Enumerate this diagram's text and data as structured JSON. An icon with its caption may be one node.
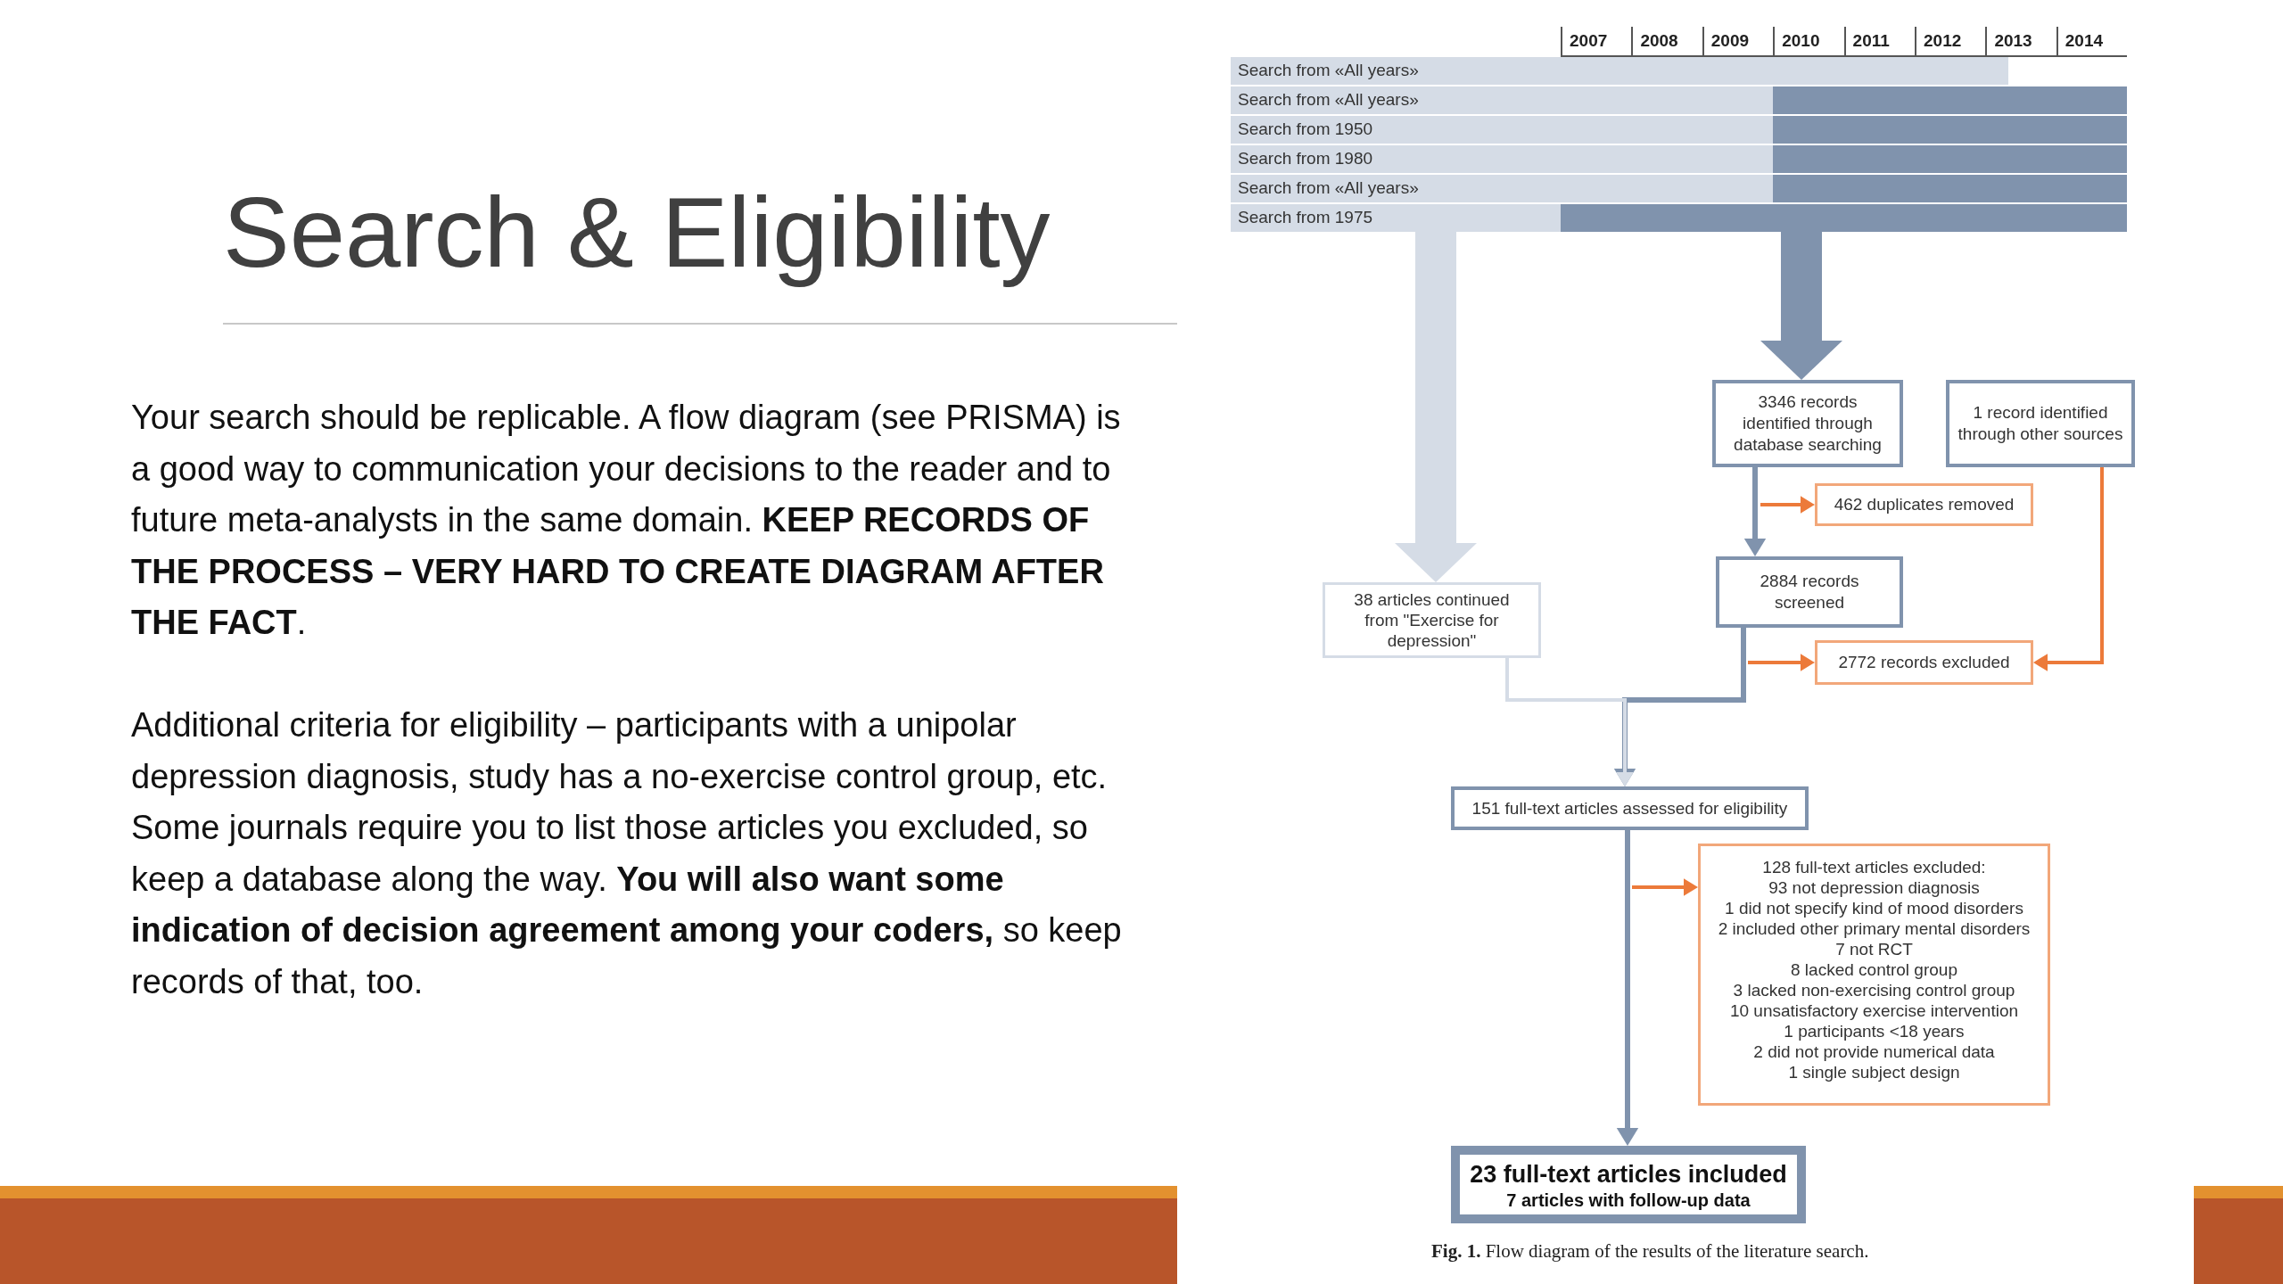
{
  "diagram": {
    "title": "Search & Eligibility",
    "caption": "**Fig. 1.** Flow diagram of the results of the literature search.",
    "nodes": [
      {
        "text": [
          "Search from «All years»"
        ]
      },
      {
        "text": [
          "Search from «All years»"
        ]
      },
      {
        "text": [
          "Search from 1950"
        ]
      },
      {
        "text": [
          "Search from 1980"
        ]
      },
      {
        "text": [
          "Search from «All years»"
        ]
      },
      {
        "text": [
          "Search from 1975"
        ]
      },
      {
        "text": [
          "3346 records identified through database searching"
        ]
      },
      {
        "text": [
          "1 record identified through other sources"
        ]
      },
      {
        "text": [
          "462 duplicates removed"
        ]
      },
      {
        "text": [
          "2884 records screened"
        ]
      },
      {
        "text": [
          "38 articles continued from \"Exercise for depression\""
        ]
      },
      {
        "text": [
          "2772 records excluded"
        ]
      },
      {
        "text": [
          "151 full-text articles assessed for eligibility"
        ]
      },
      {
        "text": [
          "128 full-text articles excluded:",
          "93 not depression diagnosis",
          "1 did not specify kind of mood disorders",
          "2 included other primary mental disorders",
          "7 not RCT",
          "8 lacked control group",
          "3 lacked non-exercising control group",
          "10 unsatisfactory exercise intervention",
          "1 participants <18 years",
          "2 did not provide numerical data",
          "1 single subject design"
        ]
      },
      {
        "text": [
          "23 full-text articles included",
          "7 articles with follow-up data"
        ]
      }
    ],
    "edges": [
      {
        "from": 5,
        "to": 10,
        "arrow": "to",
        "style": "thick",
        "color": "#d5dce6"
      },
      {
        "from": 5,
        "to": 6,
        "arrow": "to",
        "style": "thick"
      },
      {
        "from": 6,
        "to": 9,
        "arrow": "to"
      },
      {
        "from": null,
        "to": 8,
        "arrow": "to",
        "color": "#ec7a3a"
      },
      {
        "from": null,
        "to": 11,
        "arrow": "to",
        "color": "#ec7a3a"
      },
      {
        "from": 7,
        "to": 11,
        "arrow": "to",
        "color": "#ec7a3a"
      },
      {
        "from": 9,
        "to": 12,
        "arrow": "to"
      },
      {
        "from": 10,
        "to": 12,
        "arrow": "to",
        "color": "#d5dce6"
      },
      {
        "from": null,
        "to": 13,
        "arrow": "to",
        "color": "#ec7a3a"
      },
      {
        "from": 12,
        "to": 14,
        "arrow": "to"
      }
    ],
    "labels": [
      "2007",
      "2008",
      "2009",
      "2010",
      "2011",
      "2012",
      "2013",
      "2014",
      "Your search should be replicable.  A flow diagram (see PRISMA) is a good way to communication your decisions to the reader and to future meta-analysts in the same domain. **KEEP RECORDS OF THE PROCESS – VERY HARD TO CREATE DIAGRAM AFTER THE FACT**.",
      "Additional criteria for eligibility – participants with a unipolar depression diagnosis, study has a no-exercise control group, etc.  Some journals require you to list those articles you excluded, so keep a database along the way.  **You will also want some indication of decision agreement among your coders,** so keep records of that, too."
    ]
  }
}
